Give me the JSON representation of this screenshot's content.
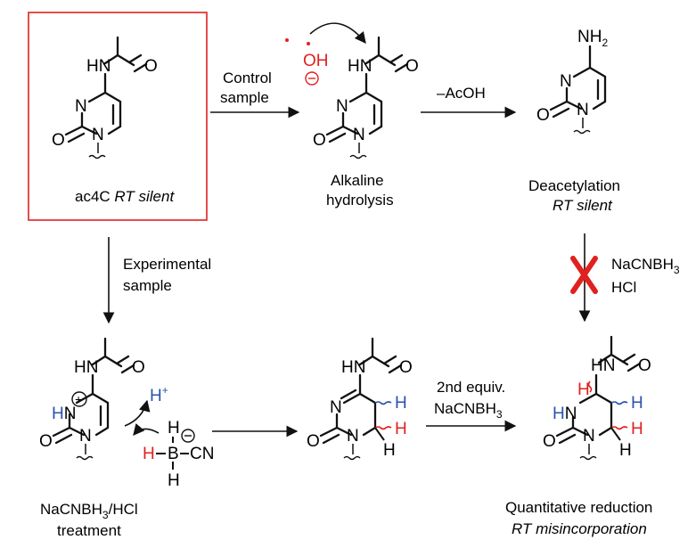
{
  "colors": {
    "red": "#e0211f",
    "blue": "#2b52b0",
    "ink": "#111111"
  },
  "labels": {
    "ac4c": "ac4C",
    "rt_silent": "RT silent",
    "control_1": "Control",
    "control_2": "sample",
    "alkaline_1": "Alkaline",
    "alkaline_2": "hydrolysis",
    "acoh": "–AcOH",
    "deacetylation": "Deacetylation",
    "deacetylation_sub": "RT silent",
    "experimental_1": "Experimental",
    "experimental_2": "sample",
    "nacnbh3_hcl_1": "NaCNBH",
    "nacnbh3_hcl_2": "HCl",
    "treatment_1": "NaCNBH",
    "treatment_1b": "/HCl",
    "treatment_2": "treatment",
    "second_equiv_1": "2nd equiv.",
    "second_equiv_2": "NaCNBH",
    "quant_1": "Quantitative reduction",
    "quant_2": "RT misincorporation",
    "sub3": "3",
    "sub2": "2",
    "plus": "+"
  },
  "atoms": {
    "N": "N",
    "O": "O",
    "HN": "HN",
    "H": "H",
    "NH": "NH",
    "OH": "OH",
    "B": "B",
    "CN": "CN",
    "minus": "−",
    "plus_charge": "+"
  },
  "icons": {
    "failed": "red-x-icon",
    "curved": "curved-arrow-icon"
  }
}
